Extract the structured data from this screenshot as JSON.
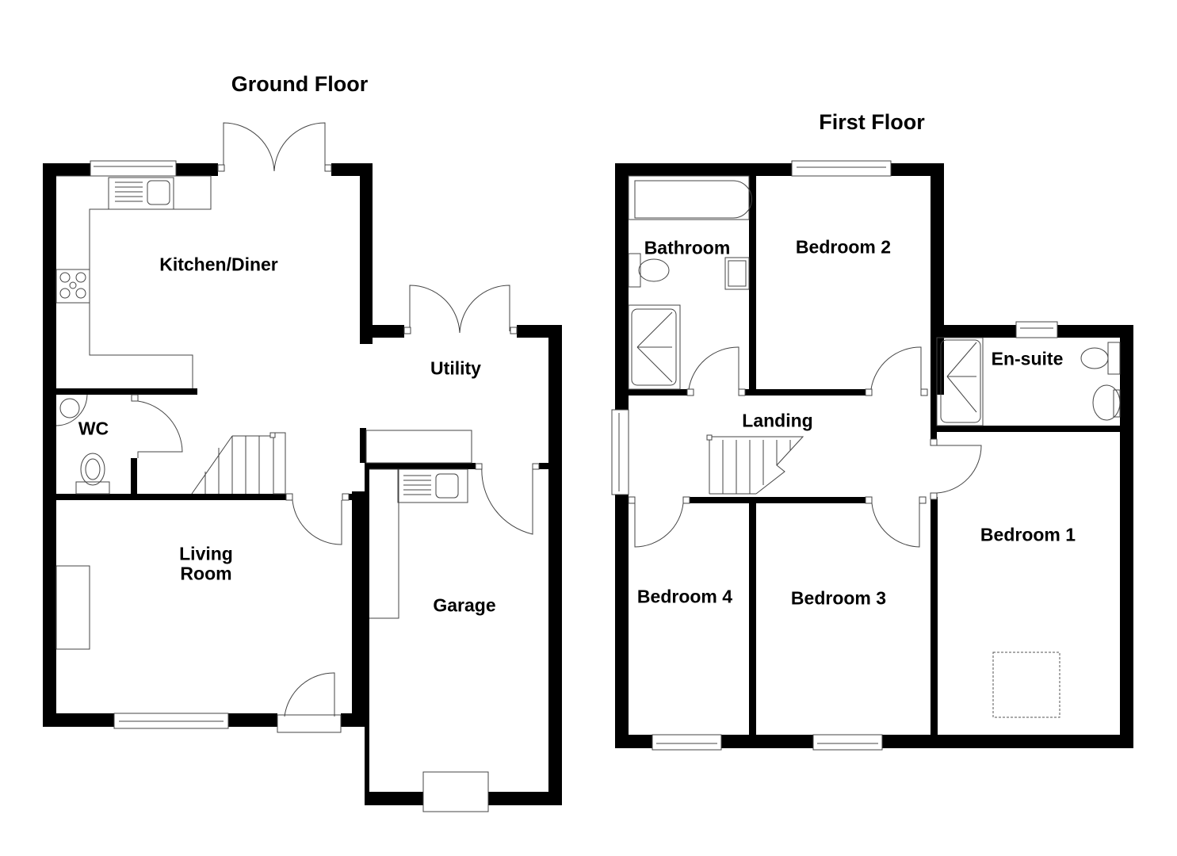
{
  "ground_floor": {
    "title": "Ground Floor",
    "rooms": {
      "kitchen": "Kitchen/Diner",
      "wc": "WC",
      "utility": "Utility",
      "living_line1": "Living",
      "living_line2": "Room",
      "garage": "Garage"
    }
  },
  "first_floor": {
    "title": "First Floor",
    "rooms": {
      "bathroom": "Bathroom",
      "bedroom2": "Bedroom 2",
      "ensuite": "En-suite",
      "landing": "Landing",
      "bedroom1": "Bedroom 1",
      "bedroom4": "Bedroom 4",
      "bedroom3": "Bedroom 3"
    }
  },
  "colors": {
    "wall": "#000000",
    "fixture": "#444444",
    "background": "#ffffff"
  }
}
